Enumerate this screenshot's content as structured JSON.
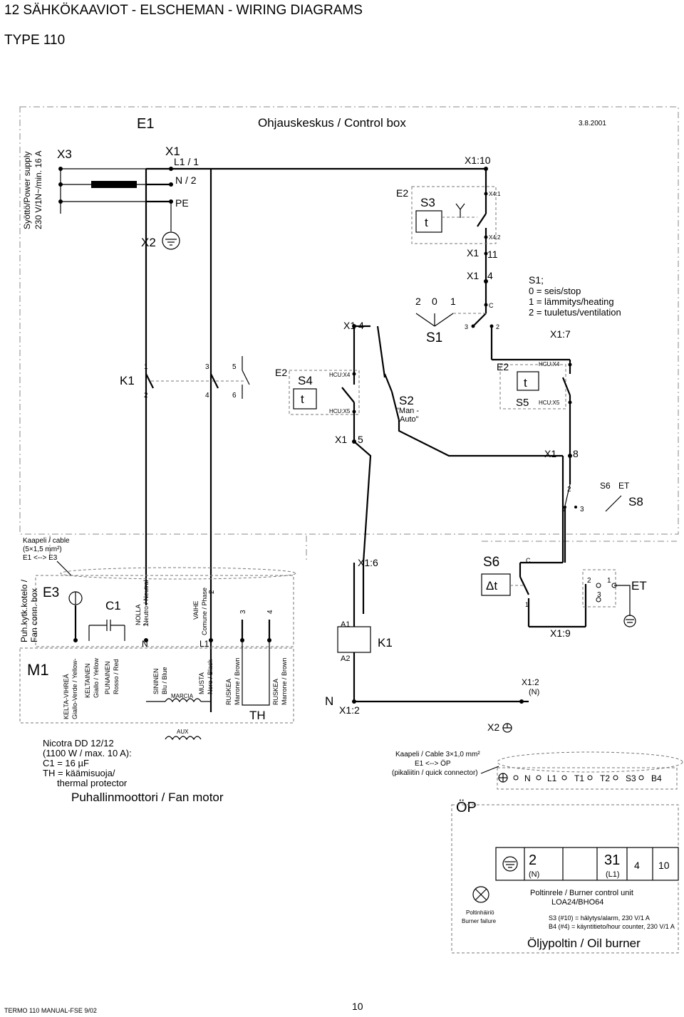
{
  "header": {
    "title": "12  SÄHKÖKAAVIOT - ELSCHEMAN - WIRING DIAGRAMS",
    "type": "TYPE 110"
  },
  "control_box": {
    "ref": "E1",
    "title": "Ohjauskeskus / Control box",
    "date": "3.8.2001"
  },
  "power": {
    "ref": "X3",
    "label1": "Syöttö/Power supply",
    "label2": "230 V/1N~/min. 16 A"
  },
  "x1_terms": {
    "ref": "X1",
    "l1": "L1 / 1",
    "n": "N / 2",
    "pe": "PE",
    "x2": "X2",
    "x1_10": "X1:10",
    "x4_1": "X4:1",
    "x4_2": "X4:2",
    "x1_11a": "X1",
    "x1_11b": "11",
    "x1_4a": "X1",
    "x1_4b": "4",
    "c": "C",
    "s1_x1": "X1",
    "s1_4": "4",
    "x1_7": "X1:7",
    "x1_5a": "X1",
    "x1_5b": "5",
    "x1_8a": "X1",
    "x1_8b": "8"
  },
  "s3": {
    "e2": "E2",
    "ref": "S3",
    "t": "t"
  },
  "s1": {
    "ref": "S1",
    "p2": "2",
    "p0": "0",
    "p1": "1",
    "p3": "3",
    "p2b": "2",
    "legend_title": "S1;",
    "legend_0": "0 = seis/stop",
    "legend_1": "1 = lämmitys/heating",
    "legend_2": "2 = tuuletus/ventilation"
  },
  "k1_contacts": {
    "ref": "K1",
    "c1": "1",
    "c2": "2",
    "c3": "3",
    "c4": "4",
    "c5": "5",
    "c6": "6"
  },
  "s4": {
    "e2": "E2",
    "ref": "S4",
    "t": "t",
    "hcu_x4": "HCU:X4",
    "hcu_x5": "HCU:X5"
  },
  "s2": {
    "ref": "S2",
    "label1": "\"Man -",
    "label2": "Auto\""
  },
  "s5": {
    "e2": "E2",
    "ref": "S5",
    "t": "t",
    "hcu_x4": "HCU:X4",
    "hcu_x5": "HCU:X5"
  },
  "s6_top": {
    "s6": "S6",
    "et": "ET",
    "s8": "S8",
    "p1": "1",
    "p2": "2",
    "p3": "3"
  },
  "cable_note": {
    "l1": "Kaapeli / cable",
    "l2": "(5×1,5 mm²)",
    "l3": "E1 <--> E3"
  },
  "conn_box": {
    "l1": "Puh.kytk.kotelo /",
    "l2": "Fan conn. box",
    "ref": "E3"
  },
  "motor": {
    "ref": "M1",
    "c1": "C1",
    "nolla1": "NOLLA",
    "nolla2": "Neutro / Neutral",
    "vaihe1": "VAIHE",
    "vaihe2": "Comune / Phase",
    "t1": "1",
    "t2": "2",
    "t3": "3",
    "t4": "4",
    "n": "N",
    "l1": "L1",
    "w_ky1": "KELTA-VIHREÄ",
    "w_ky2": "Giallo-Verde / Yellow-",
    "w_k1": "KELTAINEN",
    "w_k2": "Giallo / Yellow",
    "w_p1": "PUNAINEN",
    "w_p2": "Rosso / Red",
    "w_s1": "SININEN",
    "w_s2": "Blu / Blue",
    "w_m1": "MUSTA",
    "w_m2": "Nero / Black",
    "w_r1": "RUSKEA",
    "w_r2": "Marrone / Brown",
    "w_r3": "RUSKEA",
    "w_r4": "Marrone / Brown",
    "marcia": "MARCIA",
    "aux": "AUX",
    "th": "TH",
    "n1": "Nicotra DD 12/12",
    "n2": "(1100 W / max. 10 A):",
    "n3": "C1 = 16 µF",
    "n4": "TH = käämisuoja/",
    "n5": "thermal protector",
    "title": "Puhallinmoottori / Fan motor"
  },
  "relay": {
    "x1_6": "X1:6",
    "a1": "A1",
    "a2": "A2",
    "k1": "K1",
    "n": "N",
    "x1_2": "X1:2"
  },
  "s6_bottom": {
    "s6": "S6",
    "dt": "Δt",
    "c": "C",
    "p1": "1",
    "x1_9": "X1:9",
    "x1_2": "X1:2",
    "n": "(N)",
    "x2": "X2"
  },
  "et": {
    "ref": "ET",
    "p2": "2",
    "p1": "1",
    "p3": "3"
  },
  "cable2": {
    "l1": "Kaapeli / Cable 3×1,0 mm²",
    "l2": "E1 <--> ÖP",
    "l3": "(pikaliitin / quick connector)"
  },
  "op_conn": {
    "ref": "ÖP",
    "n": "N",
    "l1": "L1",
    "t1": "T1",
    "t2": "T2",
    "s3": "S3",
    "b4": "B4"
  },
  "burner": {
    "t2": "2",
    "t2n": "(N)",
    "t31": "31",
    "t31n": "(L1)",
    "t4": "4",
    "t10": "10",
    "lamp1": "Poltinhäiriö",
    "lamp2": "Burner failure",
    "unit1": "Poltinrele / Burner control unit",
    "unit2": "LOA24/BHO64",
    "note1": "S3 (#10) = hälytys/alarm, 230 V/1 A",
    "note2": "B4 (#4) = käyntitieto/hour counter, 230 V/1 A",
    "title": "Öljypoltin / Oil burner"
  },
  "footer": {
    "left": "TERMO 110 MANUAL-FSE   9/02",
    "page": "10"
  }
}
